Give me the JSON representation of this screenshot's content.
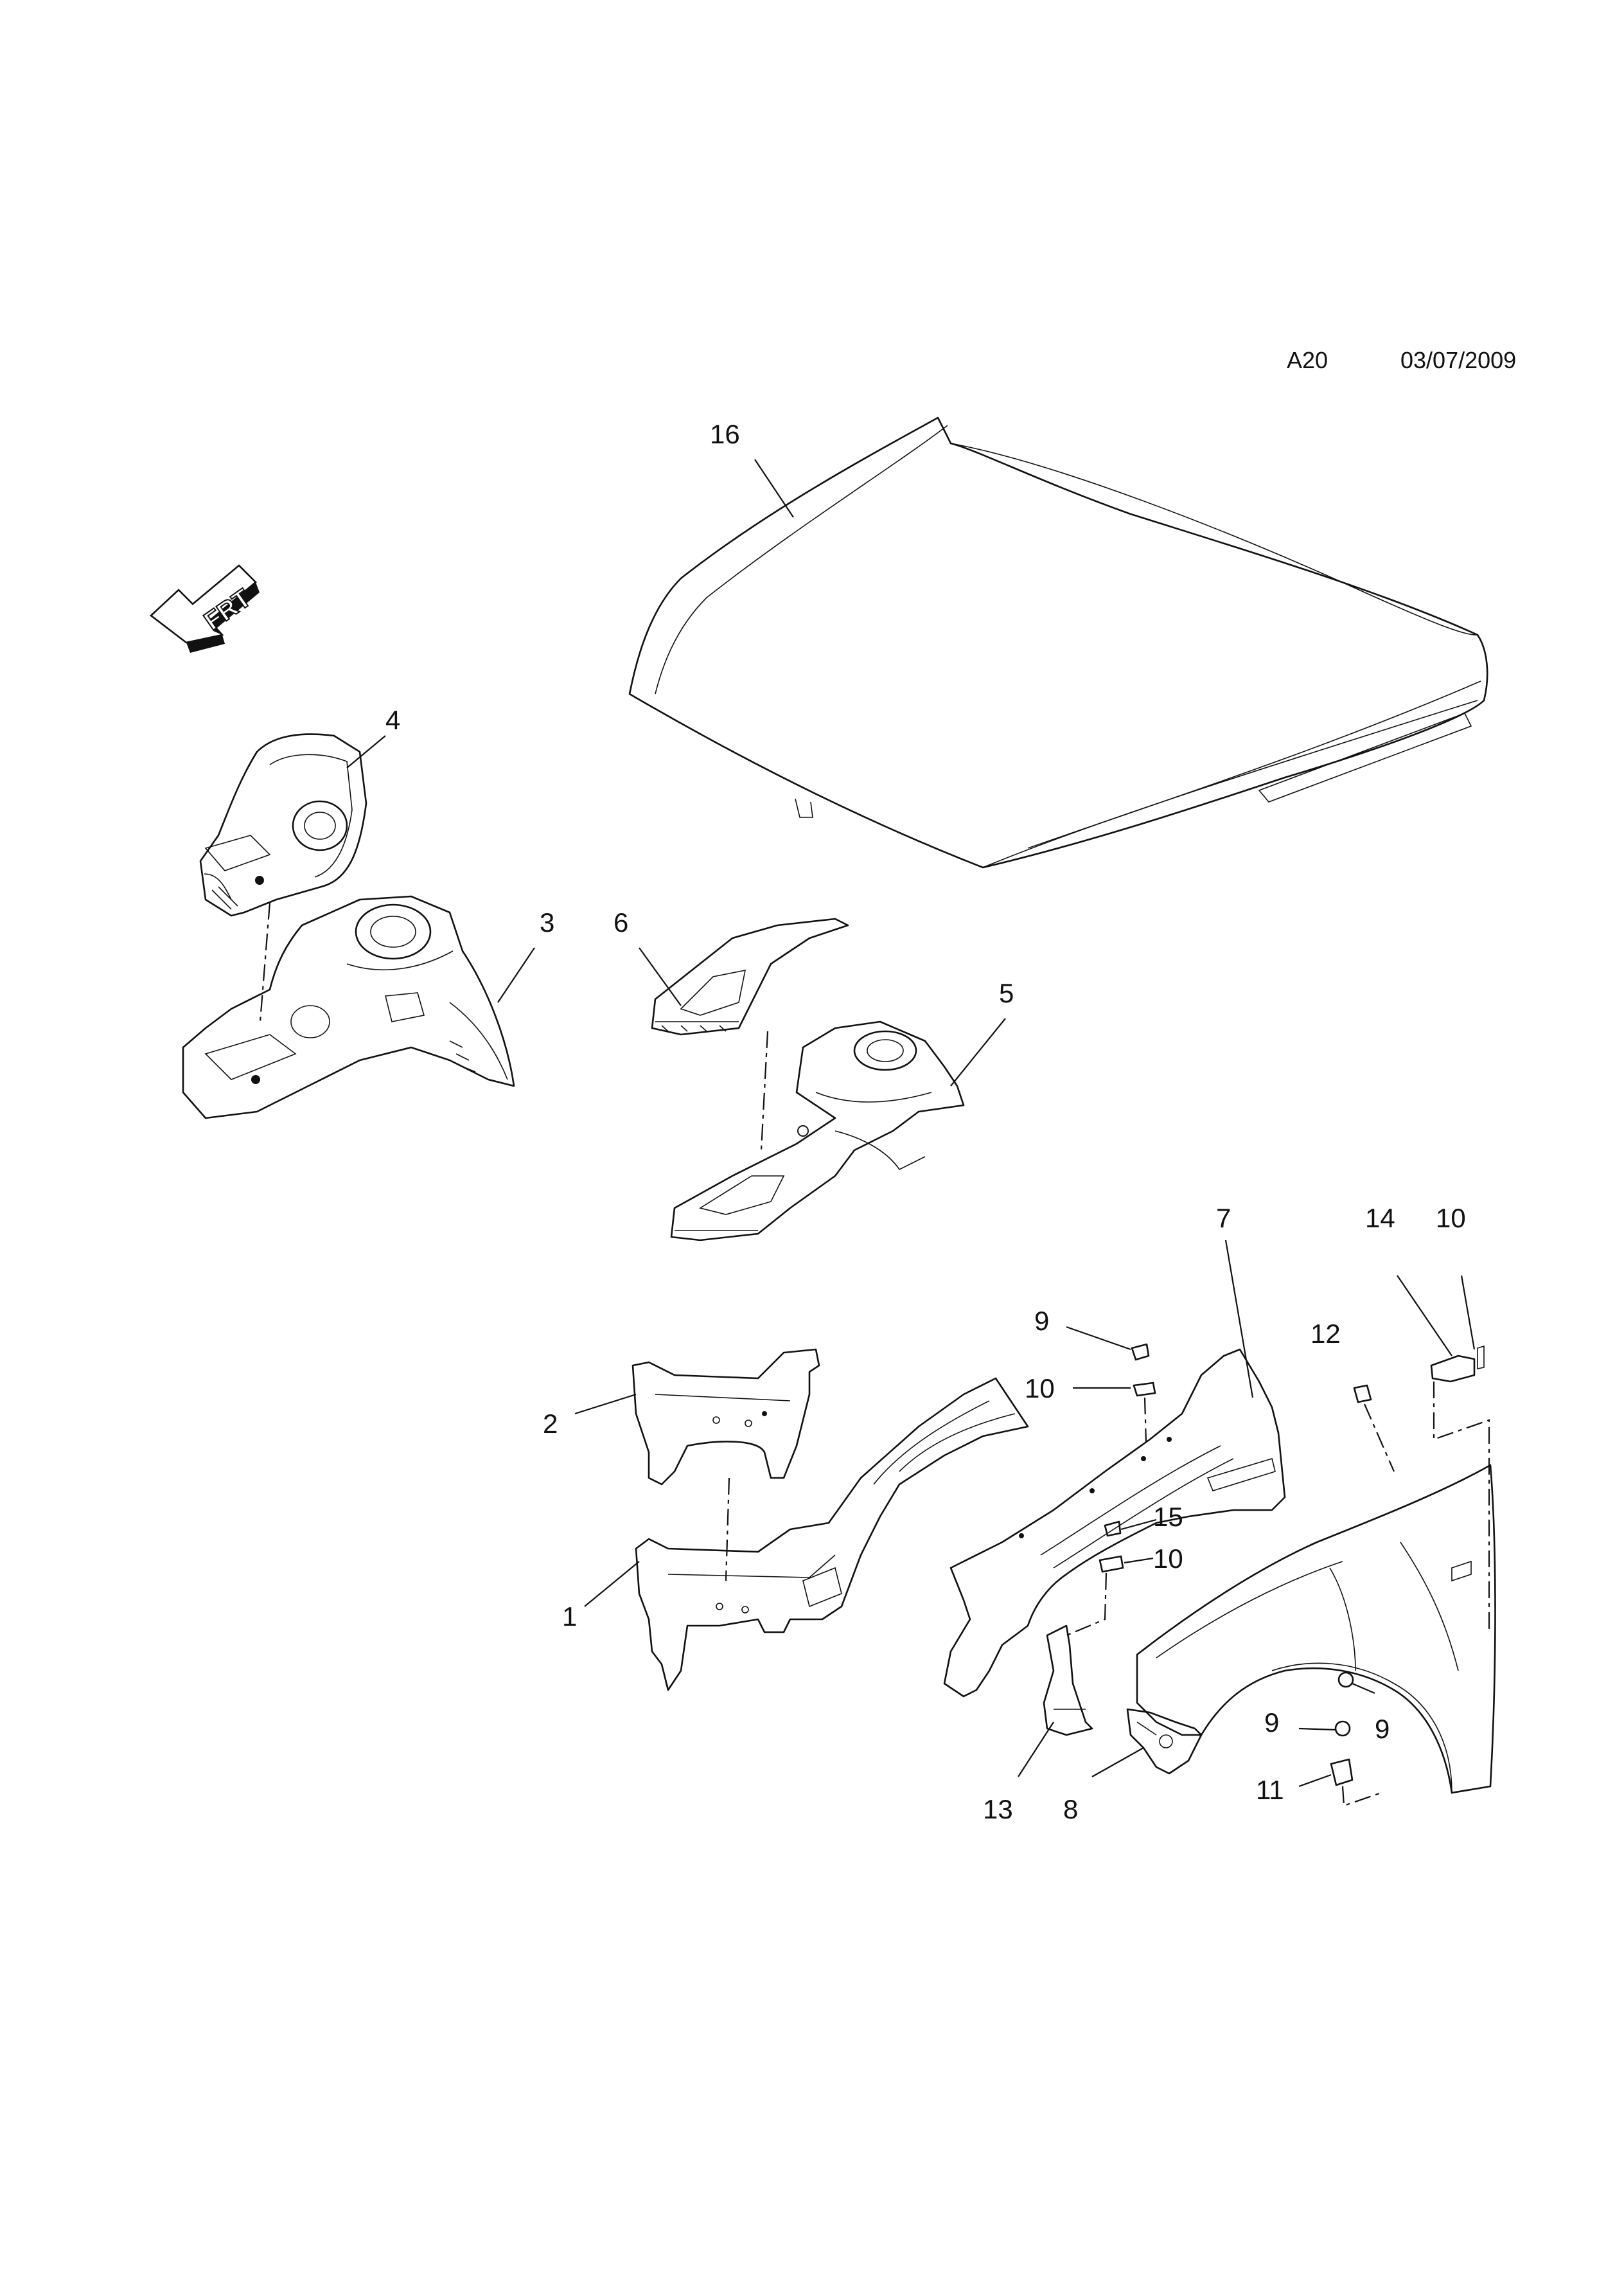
{
  "header": {
    "code": "A20",
    "date": "03/07/2009"
  },
  "direction_label": "FRT",
  "callouts": [
    {
      "id": "c16",
      "text": "16"
    },
    {
      "id": "c4",
      "text": "4"
    },
    {
      "id": "c3",
      "text": "3"
    },
    {
      "id": "c6",
      "text": "6"
    },
    {
      "id": "c5",
      "text": "5"
    },
    {
      "id": "c7",
      "text": "7"
    },
    {
      "id": "c14",
      "text": "14"
    },
    {
      "id": "c10a",
      "text": "10"
    },
    {
      "id": "c9a",
      "text": "9"
    },
    {
      "id": "c10b",
      "text": "10"
    },
    {
      "id": "c12",
      "text": "12"
    },
    {
      "id": "c2",
      "text": "2"
    },
    {
      "id": "c15",
      "text": "15"
    },
    {
      "id": "c10c",
      "text": "10"
    },
    {
      "id": "c1",
      "text": "1"
    },
    {
      "id": "c9b",
      "text": "9"
    },
    {
      "id": "c9c",
      "text": "9"
    },
    {
      "id": "c11",
      "text": "11"
    },
    {
      "id": "c13",
      "text": "13"
    },
    {
      "id": "c8",
      "text": "8"
    }
  ]
}
